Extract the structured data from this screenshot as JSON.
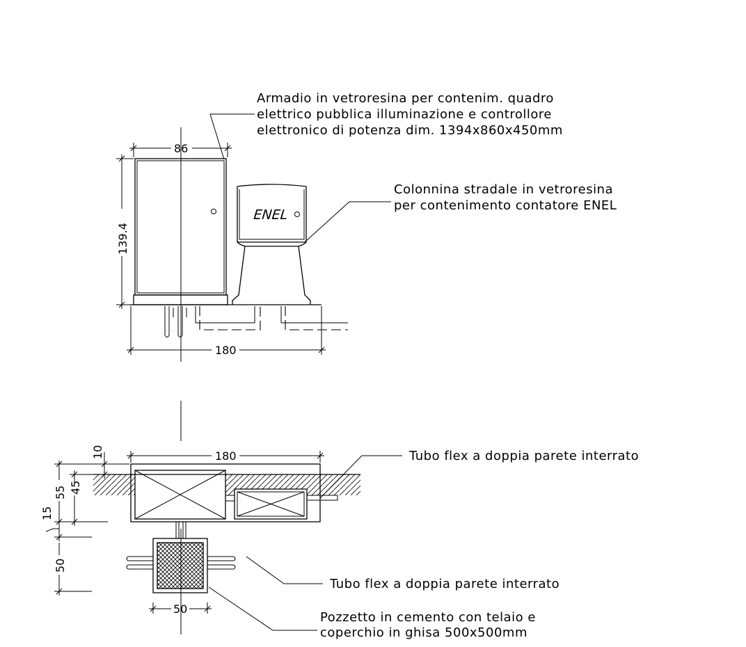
{
  "annotations": {
    "cabinet_note": [
      "Armadio in vetroresina per contenim. quadro",
      "elettrico pubblica illuminazione e controllore",
      "elettronico di potenza dim. 1394x860x450mm"
    ],
    "column_note": [
      "Colonnina stradale in vetroresina",
      "per contenimento contatore ENEL"
    ],
    "enel_label": "ENEL",
    "tube_note_upper": "Tubo flex a doppia parete interrato",
    "tube_note_lower": "Tubo flex a doppia parete interrato",
    "manhole_note": [
      "Pozzetto in cemento con telaio e",
      "coperchio in ghisa 500x500mm"
    ]
  },
  "dimensions": {
    "cabinet_width": "86",
    "cabinet_height": "139.4",
    "base_width_elevation": "180",
    "base_width_plan": "180",
    "depth_10": "10",
    "depth_55": "55",
    "depth_45": "45",
    "depth_15": "15",
    "depth_50": "50",
    "manhole_width": "50"
  }
}
